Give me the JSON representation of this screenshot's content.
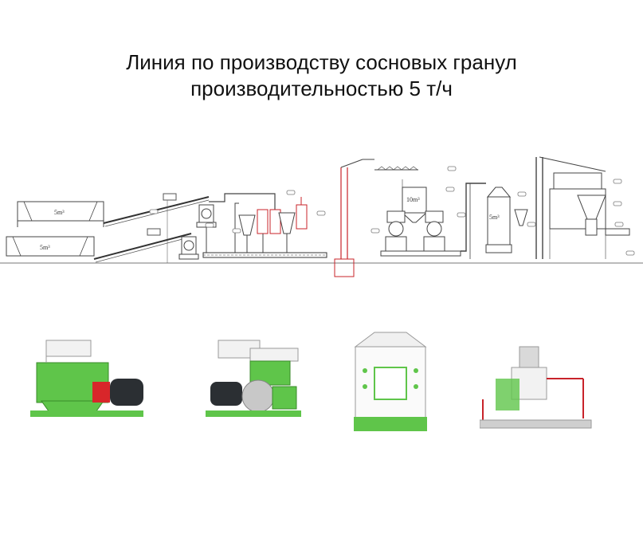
{
  "title": {
    "line1": "Линия по производству сосновых гранул",
    "line2": "производительностью 5 т/ч"
  },
  "diagram": {
    "bin_label_top": "5m³",
    "bin_label_bottom": "5m³",
    "silo_label": "10m³",
    "conditioner_label": "5m³"
  },
  "colors": {
    "machine_green": "#5fc54a",
    "motor_red": "#d8262a",
    "motor_dark": "#2b2f33",
    "frame_white": "#f2f2f2",
    "pipe_red": "#c8232a"
  },
  "machines": [
    "hammer-mill",
    "ring-die-pellet-mill",
    "counterflow-cooler",
    "packing-machine"
  ]
}
